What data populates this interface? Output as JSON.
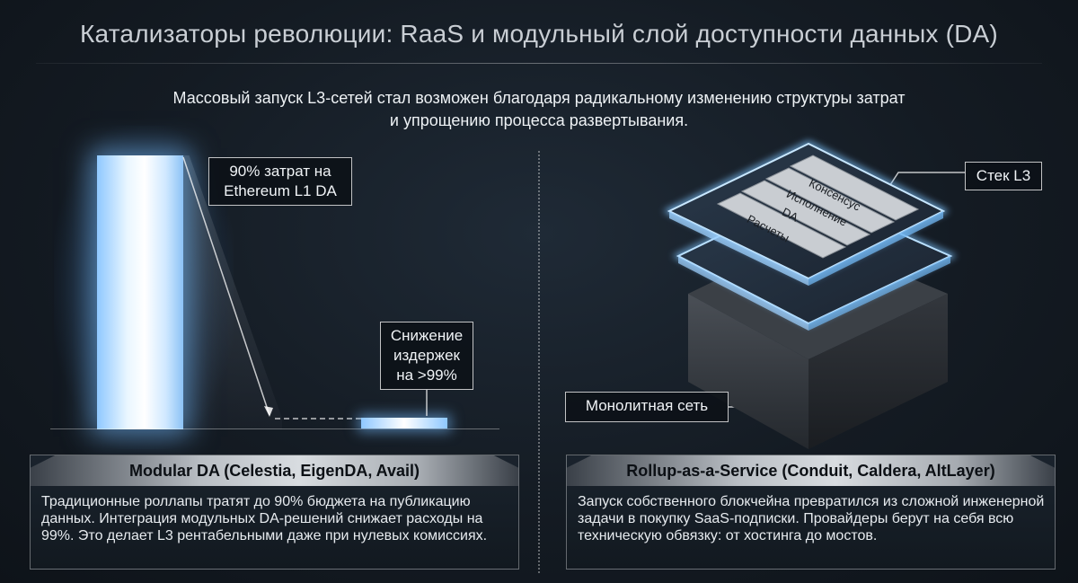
{
  "title": "Катализаторы революции: RaaS и модульный слой доступности данных (DA)",
  "subtitle": {
    "line1": "Массовый запуск L3-сетей стал возможен благодаря радикальному изменению структуры затрат",
    "line2": "и упрощению процесса развертывания."
  },
  "left_diagram": {
    "callout_cost": {
      "line1": "90% затрат на",
      "line2": "Ethereum L1 DA"
    },
    "callout_reduction": {
      "line1": "Снижение",
      "line2": "издержек",
      "line3": "на >99%"
    },
    "bar_values_percent": {
      "before": 100,
      "after": 1
    }
  },
  "right_diagram": {
    "stack_label": "Стек L3",
    "monolith_label": "Монолитная сеть",
    "layers": [
      "Консенсус",
      "Исполнение",
      "DA",
      "Расчеты"
    ]
  },
  "panels": {
    "left": {
      "title": "Modular DA (Celestia, EigenDA, Avail)",
      "body": "Традиционные роллапы тратят до 90% бюджета на публикацию данных. Интеграция модульных DA-решений снижает расходы на 99%. Это делает L3 рентабельными даже при нулевых комиссиях."
    },
    "right": {
      "title": "Rollup-as-a-Service (Conduit, Caldera, AltLayer)",
      "body": "Запуск собственного блокчейна превратился из сложной инженерной задачи в покупку SaaS-подписки. Провайдеры берут на себя всю техническую обвязку: от хостинга до мостов."
    }
  },
  "colors": {
    "accent_glow": "#8fc8ff",
    "background": "#141b23"
  }
}
